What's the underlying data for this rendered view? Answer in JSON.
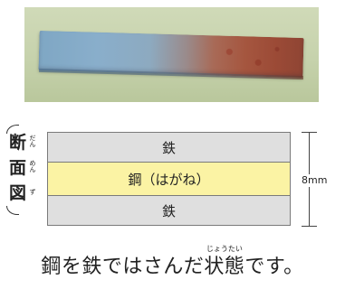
{
  "photo": {
    "alt": ""
  },
  "diagram": {
    "side_label": {
      "kanji": [
        "断",
        "面",
        "図"
      ],
      "ruby": [
        "だん",
        "めん",
        "ず"
      ]
    },
    "layers": {
      "top": "鉄",
      "middle": "鋼（はがね）",
      "bottom": "鉄"
    },
    "dimension": "8mm"
  },
  "caption": {
    "before": "鋼を鉄ではさんだ",
    "ruby_base": "状態",
    "ruby_reading": "じょうたい",
    "after": "です。"
  }
}
